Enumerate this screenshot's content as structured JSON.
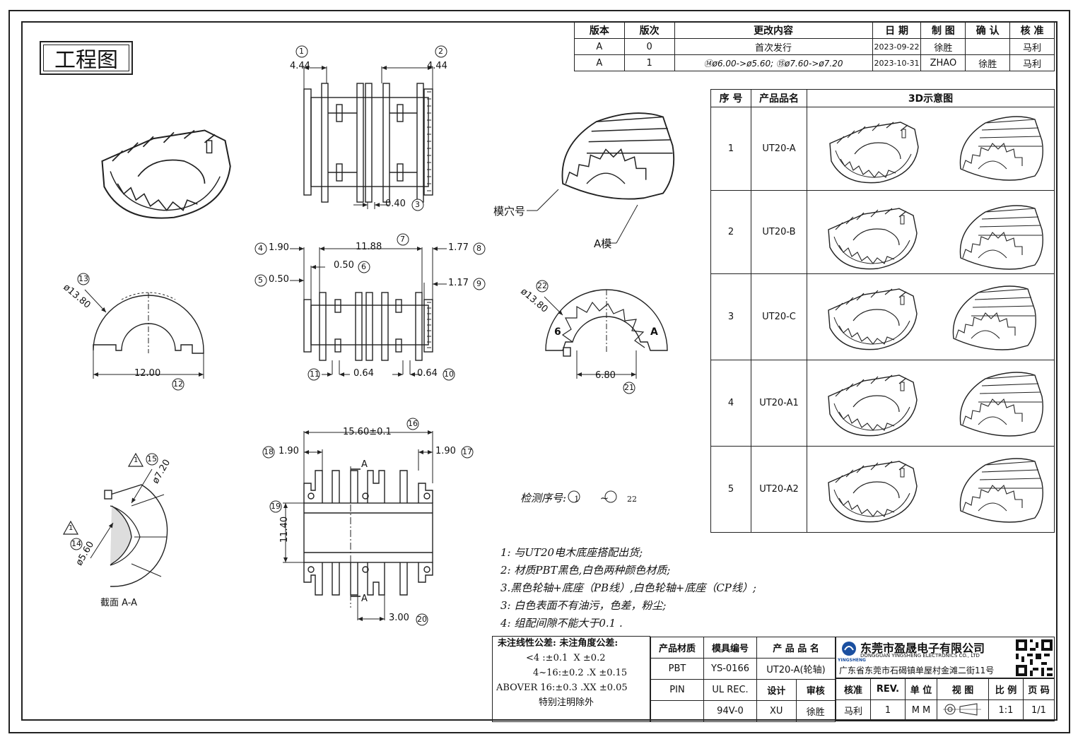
{
  "title": "工程图",
  "revision_table": {
    "headers": [
      "版本",
      "版次",
      "更改内容",
      "日 期",
      "制 图",
      "确 认",
      "核 准"
    ],
    "rows": [
      [
        "A",
        "0",
        "首次发行",
        "2023-09-22",
        "徐胜",
        "",
        "马利"
      ],
      [
        "A",
        "1",
        "⑭ø6.00->ø5.60; ⑮ø7.60->ø7.20",
        "2023-10-31",
        "ZHAO",
        "徐胜",
        "马利"
      ]
    ]
  },
  "product_table": {
    "headers": [
      "序 号",
      "产品品名",
      "3D示意图"
    ],
    "rows": [
      {
        "no": "1",
        "name": "UT20-A"
      },
      {
        "no": "2",
        "name": "UT20-B"
      },
      {
        "no": "3",
        "name": "UT20-C"
      },
      {
        "no": "4",
        "name": "UT20-A1"
      },
      {
        "no": "5",
        "name": "UT20-A2"
      }
    ]
  },
  "dimensions": {
    "d1": "4.44",
    "d2": "4.44",
    "d3": "0.40",
    "d4": "1.90",
    "d5": "0.50",
    "d6": "0.50",
    "d7": "11.88",
    "d8": "1.77",
    "d9": "1.17",
    "d10": "0.64",
    "d11": "0.64",
    "d12": "12.00",
    "d13": "ø13.80",
    "d14": "ø5.60",
    "d15": "ø7.20",
    "d16": "15.60±0.1",
    "d17": "1.90",
    "d18": "1.90",
    "d19": "11.40",
    "d20": "3.00",
    "d21": "6.80",
    "d22": "ø13.80"
  },
  "balloons": [
    "1",
    "2",
    "3",
    "4",
    "5",
    "6",
    "7",
    "8",
    "9",
    "10",
    "11",
    "12",
    "13",
    "14",
    "15",
    "16",
    "17",
    "18",
    "19",
    "20",
    "21",
    "22"
  ],
  "labels": {
    "cavity": "模穴号",
    "a_mold": "A模",
    "section": "截面 A-A",
    "section_a": "A",
    "mark_6": "6",
    "mark_a": "A",
    "warn": "1"
  },
  "check_no": {
    "label": "检测序号:",
    "from": "1",
    "sep": "~",
    "to": "22"
  },
  "notes": [
    "1: 与UT20电木底座搭配出货;",
    "2: 材质PBT黑色,白色两种颜色材质;",
    "3.黑色轮轴+底座（PB线）,白色轮轴+底座（CP线）;",
    "3: 白色表面不有油污，色差，粉尘;",
    "4: 组配间隙不能大于0.1 ."
  ],
  "tolerance": {
    "linear_title": "未注线性公差:",
    "angle_title": "未注角度公差:",
    "r1": "<4 :±0.1",
    "r1b": "X ±0.2",
    "r2": "4~16:±0.2",
    "r2b": ".X ±0.15",
    "r3": "ABOVER 16:±0.3",
    "r3b": ".XX ±0.05",
    "r4": "特别注明除外"
  },
  "title_block": {
    "material_h": "产品材质",
    "mold_h": "模具编号",
    "product_h": "产 品 品 名",
    "material": "PBT",
    "mold": "YS-0166",
    "product": "UT20-A(轮轴)",
    "pin": "PIN",
    "ul": "UL REC.",
    "design_h": "设计",
    "review_h": "审核",
    "approve_h": "核准",
    "rev_h": "REV.",
    "unit_h": "单 位",
    "view_h": "视 图",
    "scale_h": "比 例",
    "page_h": "页 码",
    "ulv": "94V-0",
    "designer": "XU",
    "reviewer": "徐胜",
    "approver": "马利",
    "rev": "1",
    "unit": "M M",
    "scale": "1:1",
    "page": "1/1",
    "company": "东莞市盈晟电子有限公司",
    "company_en": "DONGGUAN YINGSHENG ELECTRONICS CO., LTD",
    "logo": "YINGSHENG",
    "address": "广东省东莞市石碣镇单屋村金滩二街11号"
  },
  "colors": {
    "line": "#222222",
    "fill": "#ffffff"
  }
}
